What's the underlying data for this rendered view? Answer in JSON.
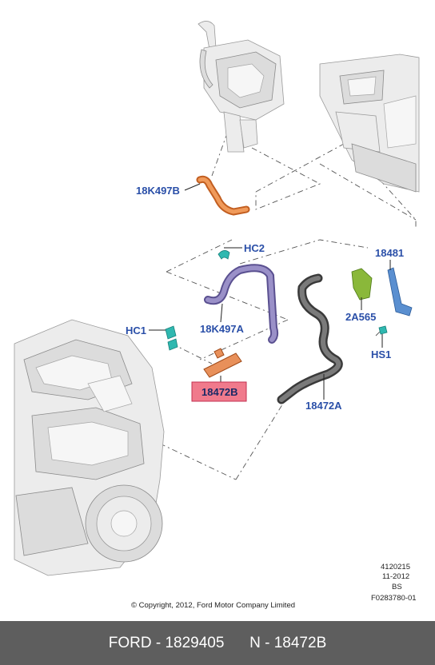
{
  "labels": {
    "part_18k497b": "18K497B",
    "part_hc2": "HC2",
    "part_18481": "18481",
    "part_hc1": "HC1",
    "part_18k497a": "18K497A",
    "part_2a565": "2A565",
    "part_18472b": "18472B",
    "part_hs1": "HS1",
    "part_18472a": "18472A"
  },
  "meta": {
    "code1": "4120215",
    "date": "11-2012",
    "code2": "BS",
    "code3": "F0283780-01",
    "copyright": "© Copyright, 2012, Ford Motor Company Limited"
  },
  "footer": {
    "brand_part": "FORD - 1829405",
    "ref": "N - 18472B"
  },
  "colors": {
    "label_blue": "#2a4fa8",
    "highlight_fill": "#f07a8c",
    "hose_orange": "#e07a3a",
    "hose_purple": "#7a6fa8",
    "hose_dark": "#555555",
    "clip_teal": "#2fb8b0",
    "bracket_green": "#8ab83a",
    "bracket_blue": "#5a8fd0",
    "footer_bg": "#5e5e5e"
  }
}
